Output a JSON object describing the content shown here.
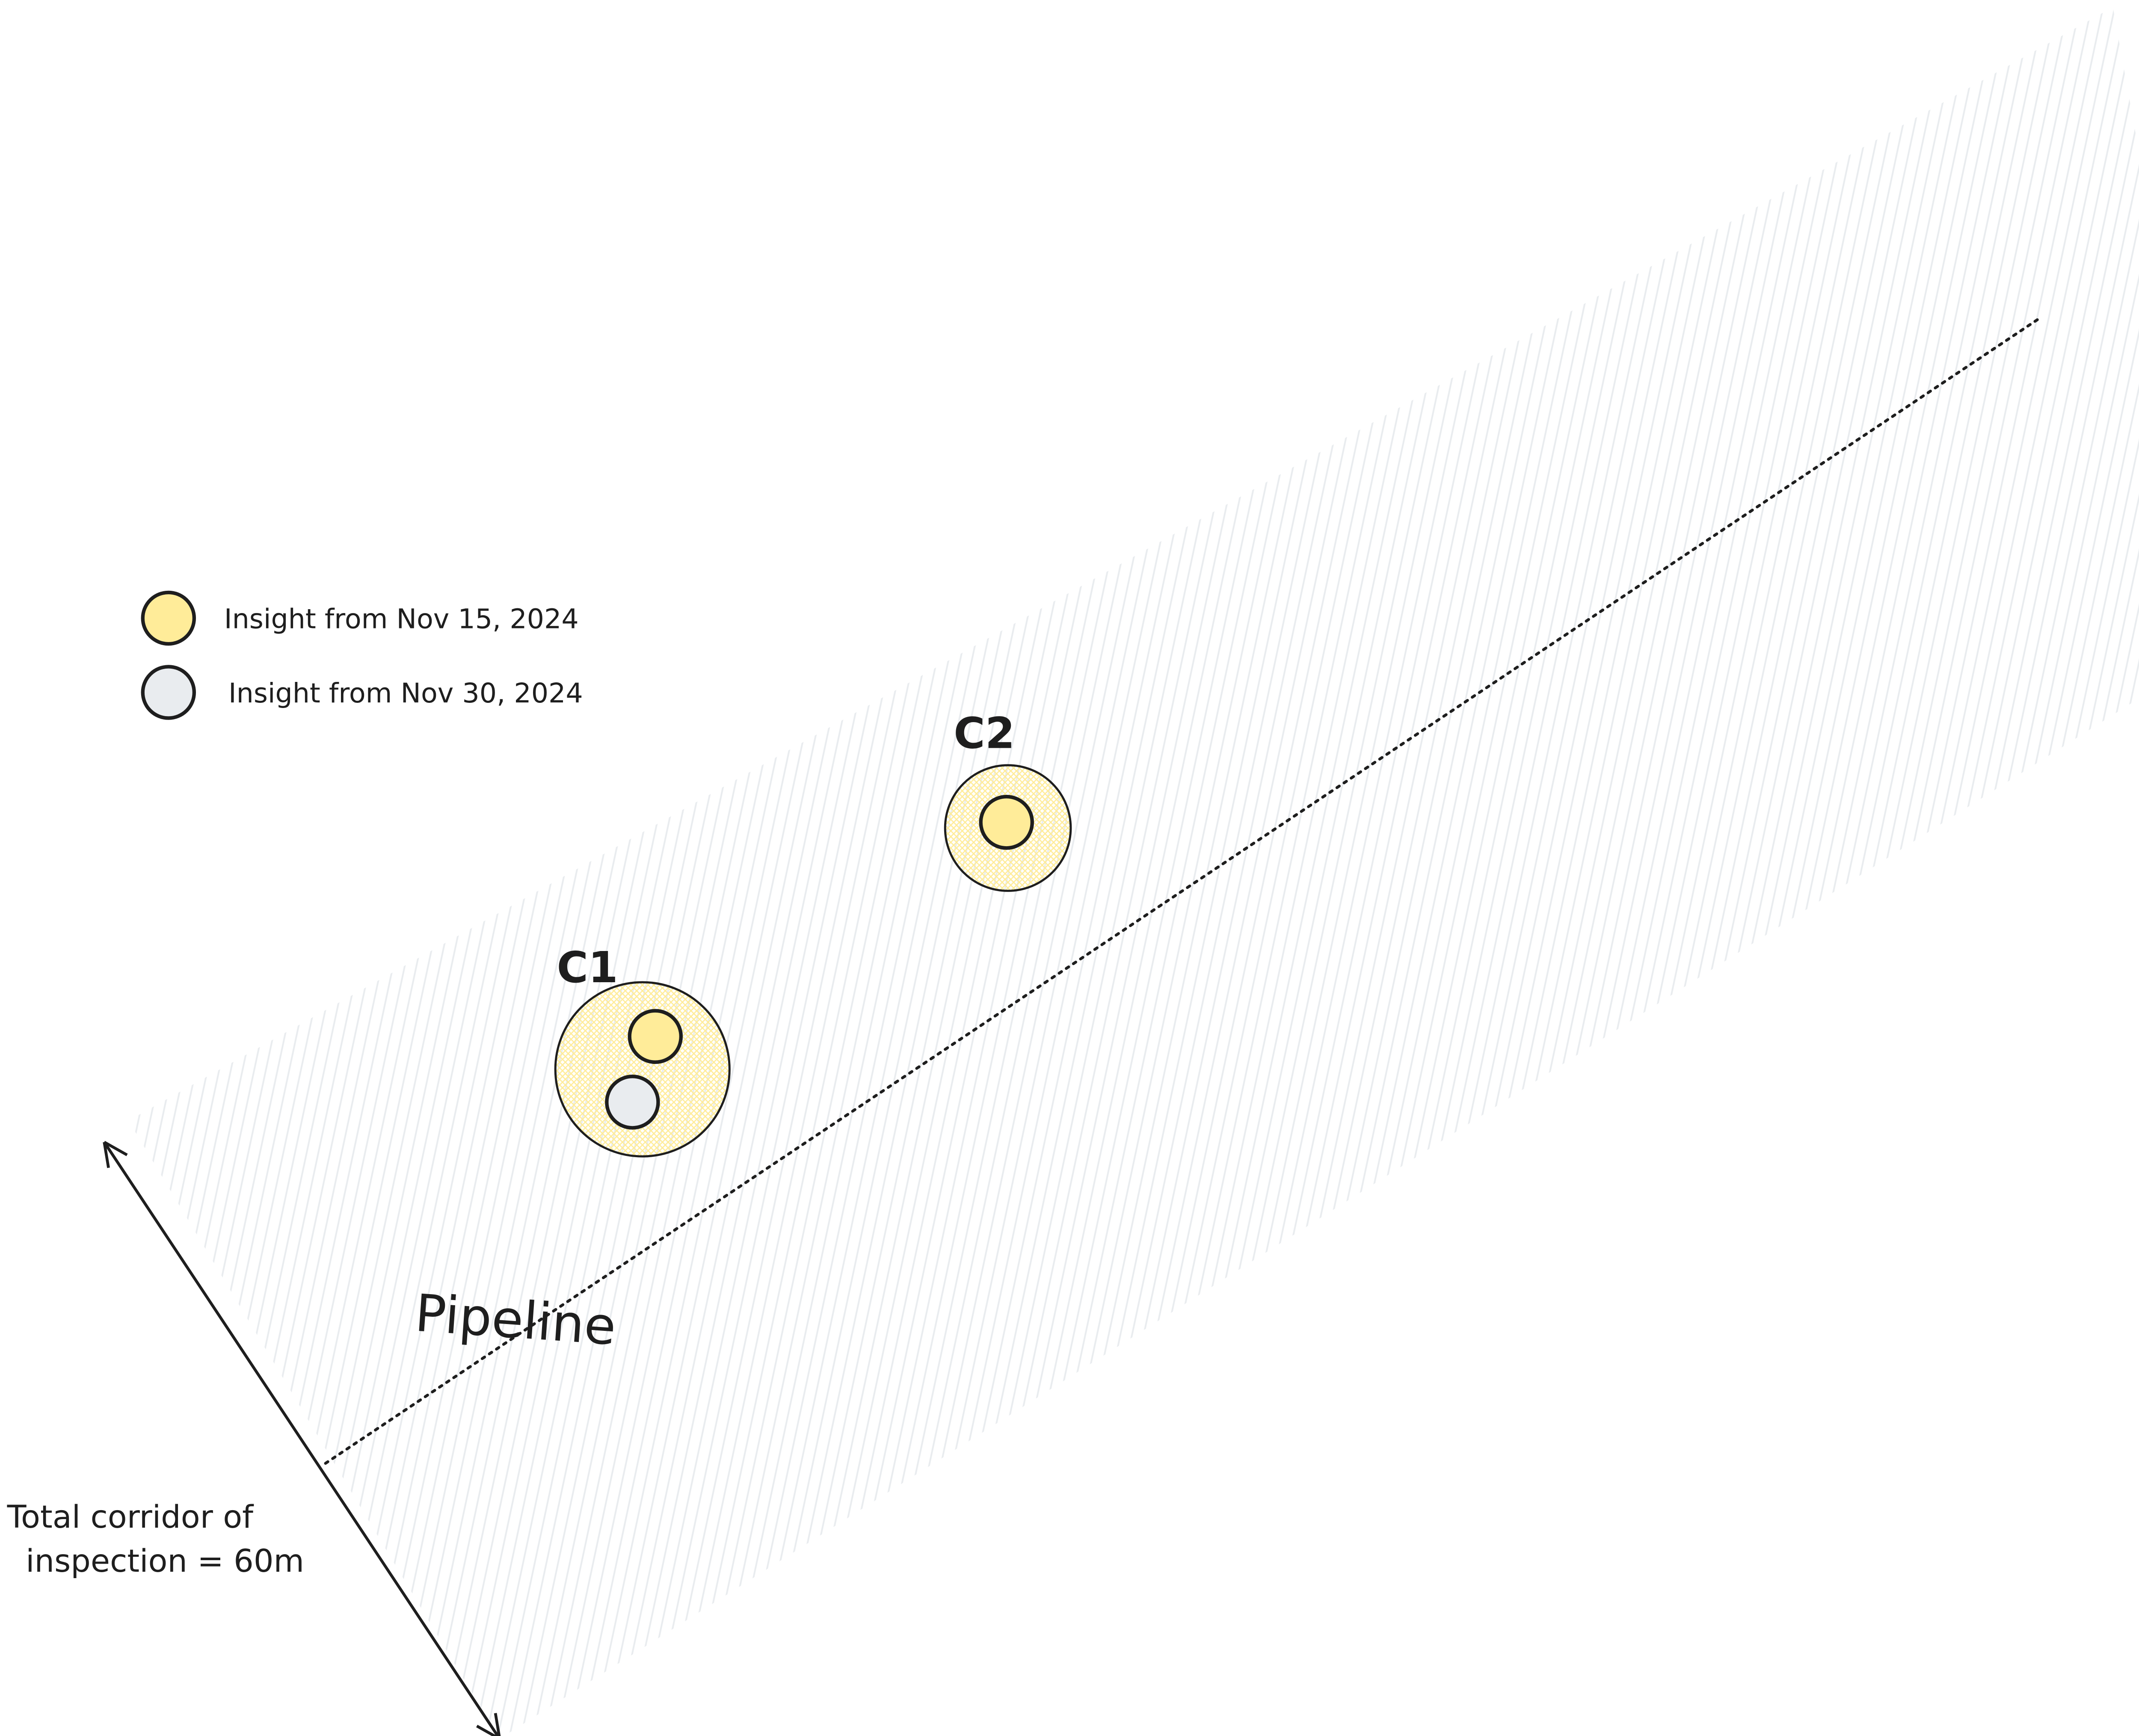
{
  "legend": {
    "items": [
      {
        "label": "Insight from Nov 15, 2024",
        "color": "#ffec99"
      },
      {
        "label": "Insight from Nov 30, 2024",
        "color": "#e9ecef"
      }
    ]
  },
  "clusters": [
    {
      "label": "C1",
      "fill": "#ffec99"
    },
    {
      "label": "C2",
      "fill": "#ffec99"
    }
  ],
  "pipeline": {
    "label": "Pipeline"
  },
  "corridor": {
    "label_line1": "Total corridor of",
    "label_line2": "inspection = 60m",
    "hatch_color": "#e9ecef"
  },
  "colors": {
    "stroke": "#1e1e1e",
    "yellow": "#ffec99",
    "grey": "#e9ecef"
  }
}
